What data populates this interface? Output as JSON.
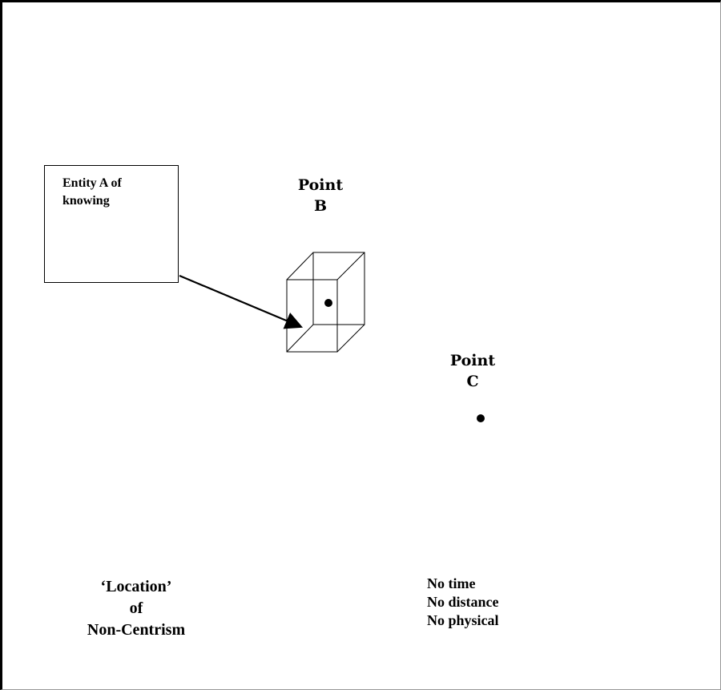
{
  "entity": {
    "label_line1": "Entity A of",
    "label_line2": "knowing"
  },
  "point_b": {
    "line1": "Point",
    "line2": "B"
  },
  "point_c": {
    "line1": "Point",
    "line2": "C"
  },
  "location": {
    "line1": "‘Location’",
    "line2": "of",
    "line3": "Non-Centrism"
  },
  "properties": {
    "item1": "No time",
    "item2": "No distance",
    "item3": "No physical"
  },
  "colors": {
    "ink": "#000000",
    "background": "#ffffff"
  }
}
